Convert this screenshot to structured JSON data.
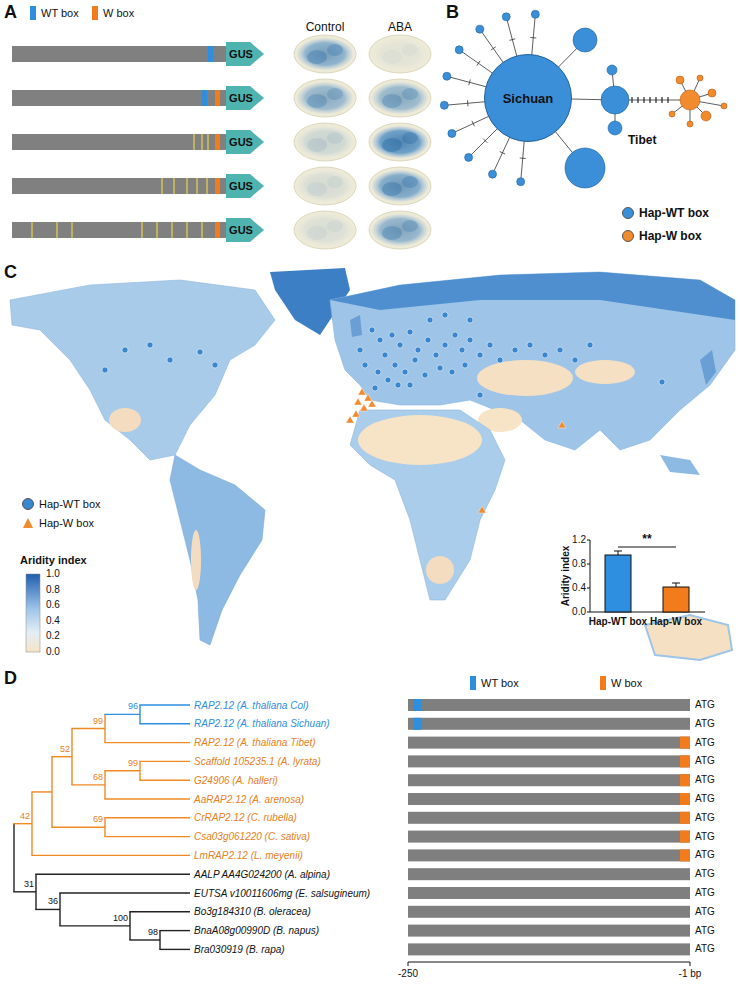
{
  "diagram": {
    "nodes": [
      {
        "text": [
          "GUS"
        ]
      },
      {
        "text": [
          "GUS"
        ]
      },
      {
        "text": [
          "GUS"
        ]
      },
      {
        "text": [
          "GUS"
        ]
      },
      {
        "text": [
          "GUS"
        ]
      },
      {
        "text": [
          "Sichuan"
        ]
      }
    ],
    "labels": [
      "A",
      "Control",
      "ABA",
      "B",
      "Tibet",
      "C",
      "Aridity index",
      "1.0",
      "0.8",
      "0.6",
      "0.4",
      "0.2",
      "0.0",
      "Aridity index",
      "1.2",
      "0.8",
      "0.4",
      "0.0",
      "**",
      "Hap-WT box",
      "Hap-W box",
      "D",
      "RAP2.12 (A. thaliana Col)",
      "RAP2.12 (A. thaliana Sichuan)",
      "RAP2.12 (A. thaliana Tibet)",
      "Scaffold 105235.1 (A. lyrata)",
      "G24906 (A. halleri)",
      "AaRAP2.12 (A. arenosa)",
      "CrRAP2.12 (C. rubella)",
      "Csa03g061220 (C. sativa)",
      "LmRAP2.12 (L. meyenii)",
      "AALP AA4G024200 (A. alpina)",
      "EUTSA v10011606mg (E. salsugineum)",
      "Bo3g184310 (B. oleracea)",
      "BnaA08g00990D (B. napus)",
      "Bra030919 (B. rapa)",
      "96",
      "99",
      "52",
      "99",
      "68",
      "42",
      "69",
      "31",
      "36",
      "100",
      "98",
      "ATG",
      "ATG",
      "ATG",
      "ATG",
      "ATG",
      "ATG",
      "ATG",
      "ATG",
      "ATG",
      "ATG",
      "ATG",
      "ATG",
      "ATG",
      "ATG",
      "-250",
      "-1 bp"
    ],
    "legend": [
      {
        "text": "WT box",
        "color": "#2e8ee0"
      },
      {
        "text": "W box",
        "color": "#f27c1c"
      },
      {
        "text": "Hap-WT box",
        "color": "#3b8fd9"
      },
      {
        "text": "Hap-W box",
        "color": "#f28a2e"
      },
      {
        "text": "Hap-WT box",
        "color": "#3a86cf"
      },
      {
        "text": "Hap-W box",
        "color": "#f28a2e"
      },
      {
        "text": "WT box",
        "color": "#2e8ee0"
      },
      {
        "text": "W box",
        "color": "#f27c1c"
      }
    ]
  }
}
